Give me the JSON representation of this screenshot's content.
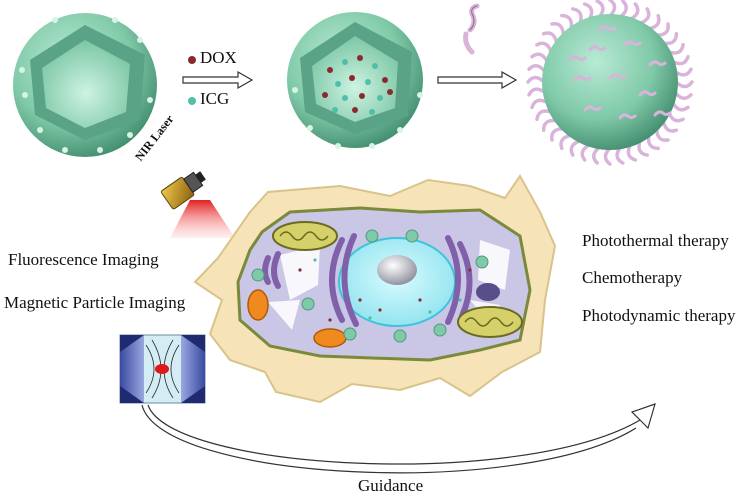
{
  "legend": {
    "dox_label": "DOX",
    "icg_label": "ICG",
    "dox_color": "#8a2a2f",
    "icg_color": "#4fbfa8"
  },
  "laser": {
    "label": "NIR Laser",
    "beam_color": "#e02020"
  },
  "imaging": {
    "fluorescence": "Fluorescence Imaging",
    "magnetic": "Magnetic Particle Imaging"
  },
  "therapies": {
    "photothermal": "Photothermal therapy",
    "chemo": "Chemotherapy",
    "photodynamic": "Photodynamic therapy"
  },
  "guidance_label": "Guidance",
  "colors": {
    "particle": "#7fc9a8",
    "particle_dark": "#4e9a7c",
    "polymer": "#d9b3d9",
    "cell_body": "#f6e4b8",
    "cytoplasm": "#c9c6e6",
    "nucleus": "#a8ecf5",
    "mitochondria": "#8a8a3a",
    "golgi": "#8060a8"
  }
}
